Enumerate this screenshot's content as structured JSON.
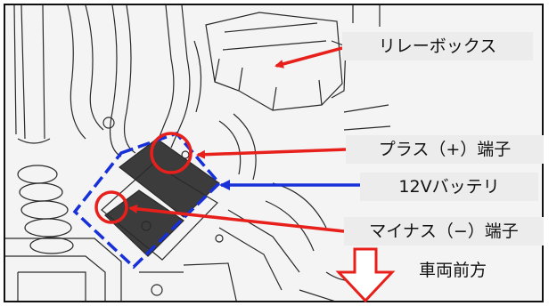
{
  "labels": {
    "relay_box": "リレーボックス",
    "plus_terminal": "プラス（+）端子",
    "battery": "12Vバッテリ",
    "minus_terminal": "マイナス（−）端子",
    "vehicle_front": "車両前方"
  },
  "colors": {
    "callout_red": "#e8201c",
    "battery_blue": "#1730d8",
    "label_bg": "#ececec",
    "outline": "#111111"
  },
  "icons": {
    "front_direction": "down-arrow-outline-icon"
  }
}
